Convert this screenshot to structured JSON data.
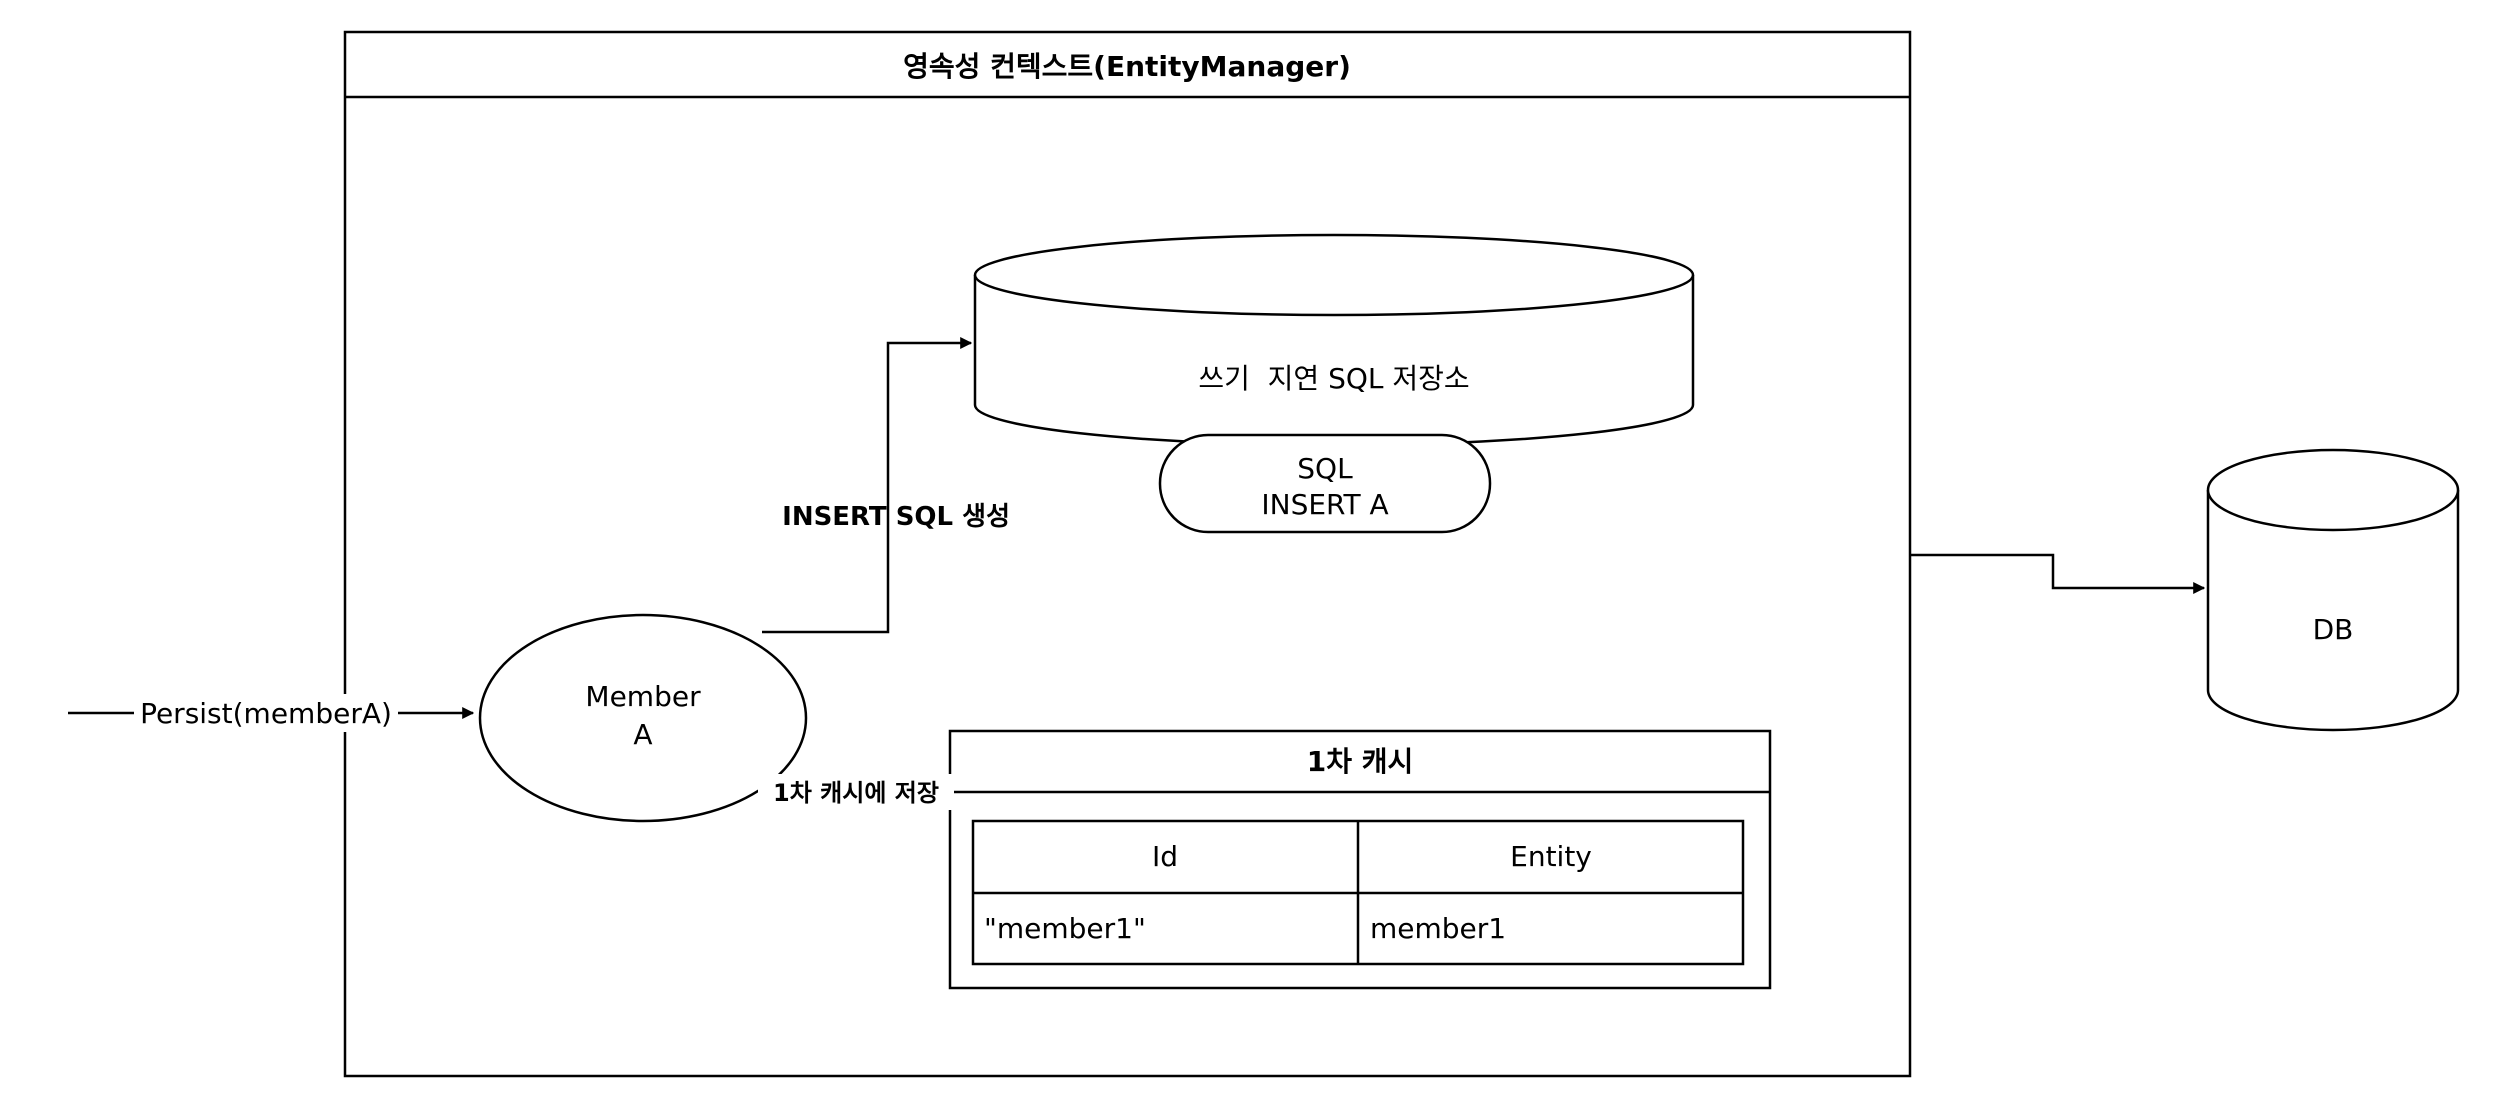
{
  "context": {
    "title": "영속성 컨텍스트(EntityManager)"
  },
  "write_store": {
    "label": "쓰기  지연 SQL 저장소"
  },
  "sql_item": {
    "line1": "SQL",
    "line2": "INSERT A"
  },
  "member": {
    "line1": "Member",
    "line2": "A"
  },
  "edges": {
    "persist": "Persist(memberA)",
    "insert_sql": "INSERT SQL 생성",
    "save_cache": "1차 캐시에 저장"
  },
  "cache": {
    "title": "1차 캐시",
    "columns": [
      "Id",
      "Entity"
    ],
    "rows": [
      [
        "\"member1\"",
        "member1"
      ]
    ]
  },
  "db": {
    "label": "DB"
  }
}
